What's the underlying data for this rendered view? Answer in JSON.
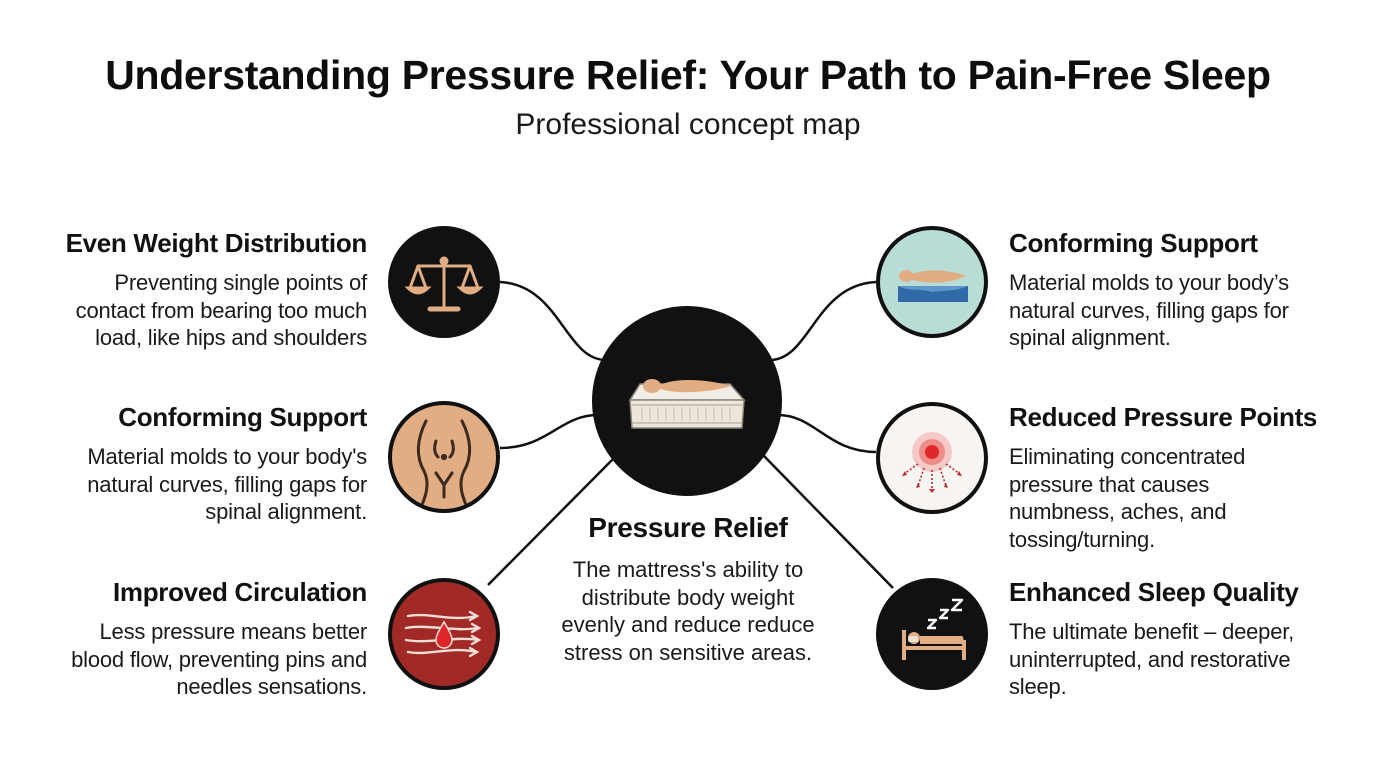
{
  "title": "Understanding Pressure Relief: Your Path to Pain-Free Sleep",
  "subtitle": "Professional concept map",
  "center": {
    "heading": "Pressure Relief",
    "text": "The mattress's ability to distribute body weight evenly and reduce reduce stress on sensitive areas.",
    "icon": "mattress-icon"
  },
  "left_nodes": [
    {
      "heading": "Even Weight Distribution",
      "text": "Preventing single points of contact from bearing too much load, like hips and shoulders",
      "icon": "balance-scale-icon",
      "bg": "#111111"
    },
    {
      "heading": "Conforming Support",
      "text": "Material molds to your body's natural curves, filling gaps for spinal alignment.",
      "icon": "body-curves-icon",
      "bg": "#e2ad83"
    },
    {
      "heading": "Improved Circulation",
      "text": "Less pressure means better blood flow, preventing pins and needles sensations.",
      "icon": "blood-flow-icon",
      "bg": "#a12a26"
    }
  ],
  "right_nodes": [
    {
      "heading": "Conforming Support",
      "text": "Material molds to your body’s natural curves, filling gaps for spinal alignment.",
      "icon": "body-on-foam-icon",
      "bg": "#b8ddd6"
    },
    {
      "heading": "Reduced Pressure Points",
      "text": "Eliminating concentrated pressure that causes numbness, aches, and tossing/turning.",
      "icon": "pressure-point-icon",
      "bg": "#f7f4f2"
    },
    {
      "heading": "Enhanced Sleep Quality",
      "text": "The ultimate benefit – deeper, uninterrupted, and restorative sleep.",
      "icon": "sleeping-person-icon",
      "bg": "#111111"
    }
  ],
  "colors": {
    "text": "#111111",
    "line": "#111111",
    "skin": "#e2ad83",
    "accent_red": "#e0262a",
    "foam_blue": "#2f6aa6"
  }
}
